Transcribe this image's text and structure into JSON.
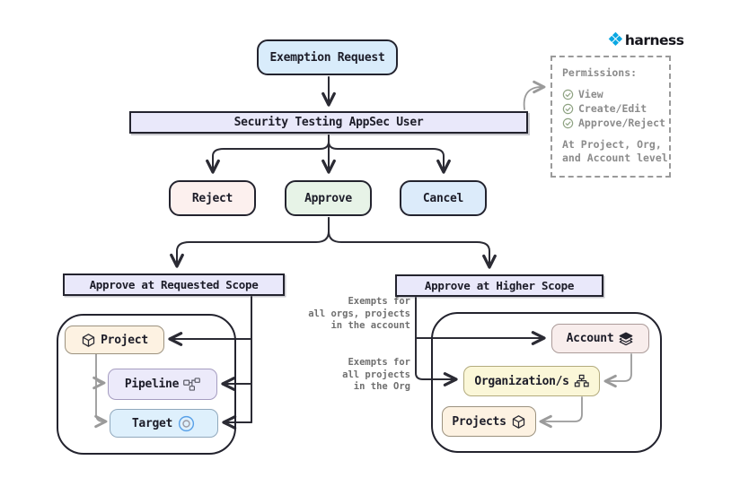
{
  "brand": {
    "name": "harness",
    "logo_color": "#0aa7e2"
  },
  "flow": {
    "start": "Exemption Request",
    "actor": "Security Testing AppSec User",
    "decisions": [
      {
        "label": "Reject",
        "color": "#fcf0ee"
      },
      {
        "label": "Approve",
        "color": "#e7f3e7"
      },
      {
        "label": "Cancel",
        "color": "#dcebfa"
      }
    ]
  },
  "permissions_panel": {
    "title": "Permissions:",
    "items": [
      "View",
      "Create/Edit",
      "Approve/Reject"
    ],
    "footnote": [
      "At Project, Org,",
      "and Account level"
    ],
    "check_color": "#8fa383"
  },
  "requested_scope": {
    "header": "Approve at Requested Scope",
    "nodes": [
      {
        "label": "Project",
        "icon": "cube-icon",
        "color": "#fdf2e2"
      },
      {
        "label": "Pipeline",
        "icon": "pipeline-graph-icon",
        "color": "#eceafa"
      },
      {
        "label": "Target",
        "icon": "target-circle-icon",
        "color": "#def0fc"
      }
    ]
  },
  "higher_scope": {
    "header": "Approve at Higher Scope",
    "annotations": [
      {
        "lines": [
          "Exempts for",
          "all orgs, projects",
          "in the account"
        ]
      },
      {
        "lines": [
          "Exempts for",
          "all projects",
          "in the Org"
        ]
      }
    ],
    "nodes": [
      {
        "label": "Account",
        "icon": "layers-icon",
        "color": "#f8edec"
      },
      {
        "label": "Organization/s",
        "icon": "org-chart-icon",
        "color": "#fbf7d8"
      },
      {
        "label": "Projects",
        "icon": "cube-icon",
        "color": "#fdf2e2"
      }
    ]
  }
}
